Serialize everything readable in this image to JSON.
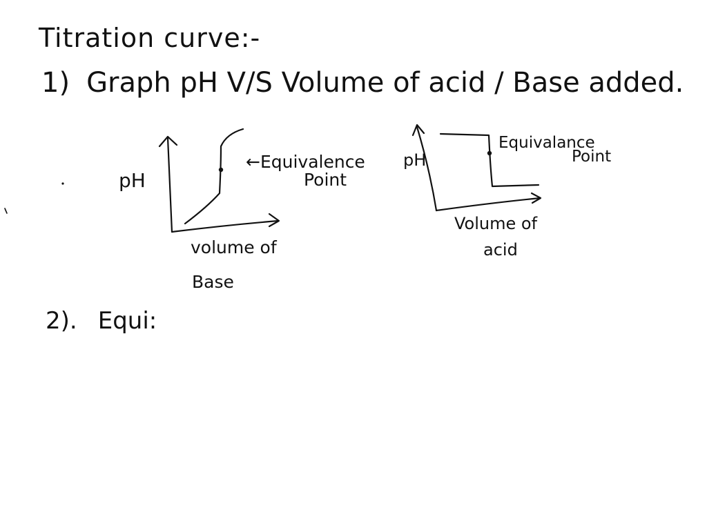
{
  "title": "Titration curve:-",
  "items": [
    {
      "index": "1)",
      "text": "Graph pH V/S Volume of acid / Base added."
    },
    {
      "index": "2).",
      "text": "Equi:"
    }
  ],
  "graphs": [
    {
      "y_label": "pH",
      "annotation_line1": "←Equivalence",
      "annotation_line2": "Point",
      "x_label_line1": "volume of",
      "x_label_line2": "Base"
    },
    {
      "y_label": "pH",
      "annotation_line1": "Equivalance",
      "annotation_line2": "Point",
      "x_label_line1": "Volume of",
      "x_label_line2": "acid"
    }
  ],
  "colors": {
    "ink": "#111111",
    "paper": "#ffffff"
  }
}
